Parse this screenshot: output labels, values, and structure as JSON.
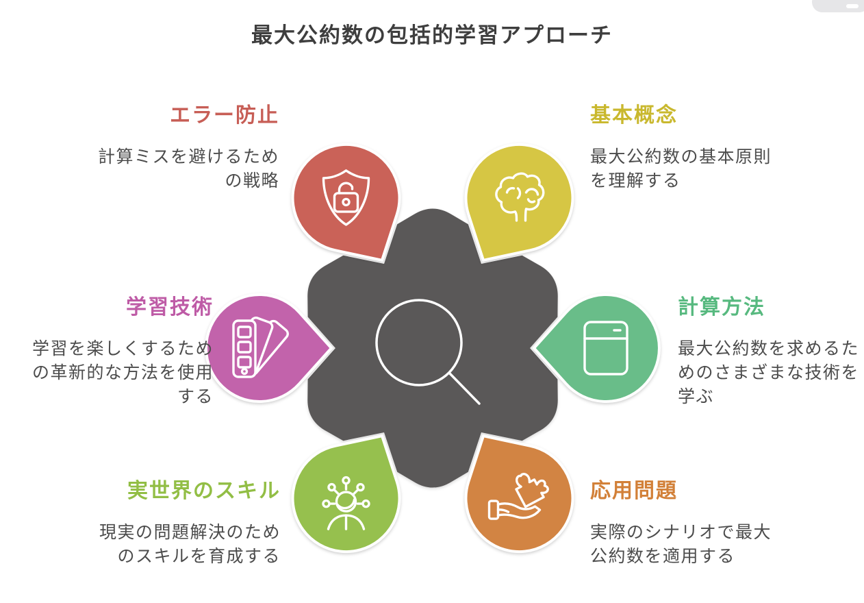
{
  "title": "最大公約数の包括的学習アプローチ",
  "title_color": "#3E3E3E",
  "description_color": "#4C4C4C",
  "background_color": "#FFFFFF",
  "center": {
    "icon": "magnifying-glass-icon",
    "color": "#5A5858"
  },
  "corner_widget_color": "#E6E6E8",
  "sections": [
    {
      "id": "error-prevention",
      "label": "エラー防止",
      "description": "計算ミスを避けるための戦略",
      "desc_lines": [
        "計算ミスを避けるため",
        "の戦略"
      ],
      "color": "#CA6258",
      "title_color": "#C75E56",
      "icon": "shield-lock-icon",
      "position": "top-left"
    },
    {
      "id": "basic-concepts",
      "label": "基本概念",
      "description": "最大公約数の基本原則を理解する",
      "desc_lines": [
        "最大公約数の基本原則",
        "を理解する"
      ],
      "color": "#D6C644",
      "title_color": "#C9B82E",
      "icon": "brain-icon",
      "position": "top-right"
    },
    {
      "id": "learning-techniques",
      "label": "学習技術",
      "description": "学習を楽しくするための革新的な方法を使用する",
      "desc_lines": [
        "学習を楽しくするため",
        "の革新的な方法を使用",
        "する"
      ],
      "color": "#C263AB",
      "title_color": "#BE5BA6",
      "icon": "swatches-icon",
      "position": "middle-left"
    },
    {
      "id": "calculation-methods",
      "label": "計算方法",
      "description": "最大公約数を求めるためのさまざまな技術を学ぶ",
      "desc_lines": [
        "最大公約数を求めるた",
        "めのさまざまな技術を",
        "学ぶ"
      ],
      "color": "#69BD89",
      "title_color": "#57B97F",
      "icon": "calculator-icon",
      "position": "middle-right"
    },
    {
      "id": "real-world-skills",
      "label": "実世界のスキル",
      "description": "現実の問題解決のためのスキルを育成する",
      "desc_lines": [
        "現実の問題解決のため",
        "のスキルを育成する"
      ],
      "color": "#96C04E",
      "title_color": "#92BE45",
      "icon": "person-network-icon",
      "position": "bottom-left"
    },
    {
      "id": "applied-problems",
      "label": "応用問題",
      "description": "実際のシナリオで最大公約数を適用する",
      "desc_lines": [
        "実際のシナリオで最大",
        "公約数を適用する"
      ],
      "color": "#D28443",
      "title_color": "#D28038",
      "icon": "hand-puzzle-icon",
      "position": "bottom-right"
    }
  ]
}
